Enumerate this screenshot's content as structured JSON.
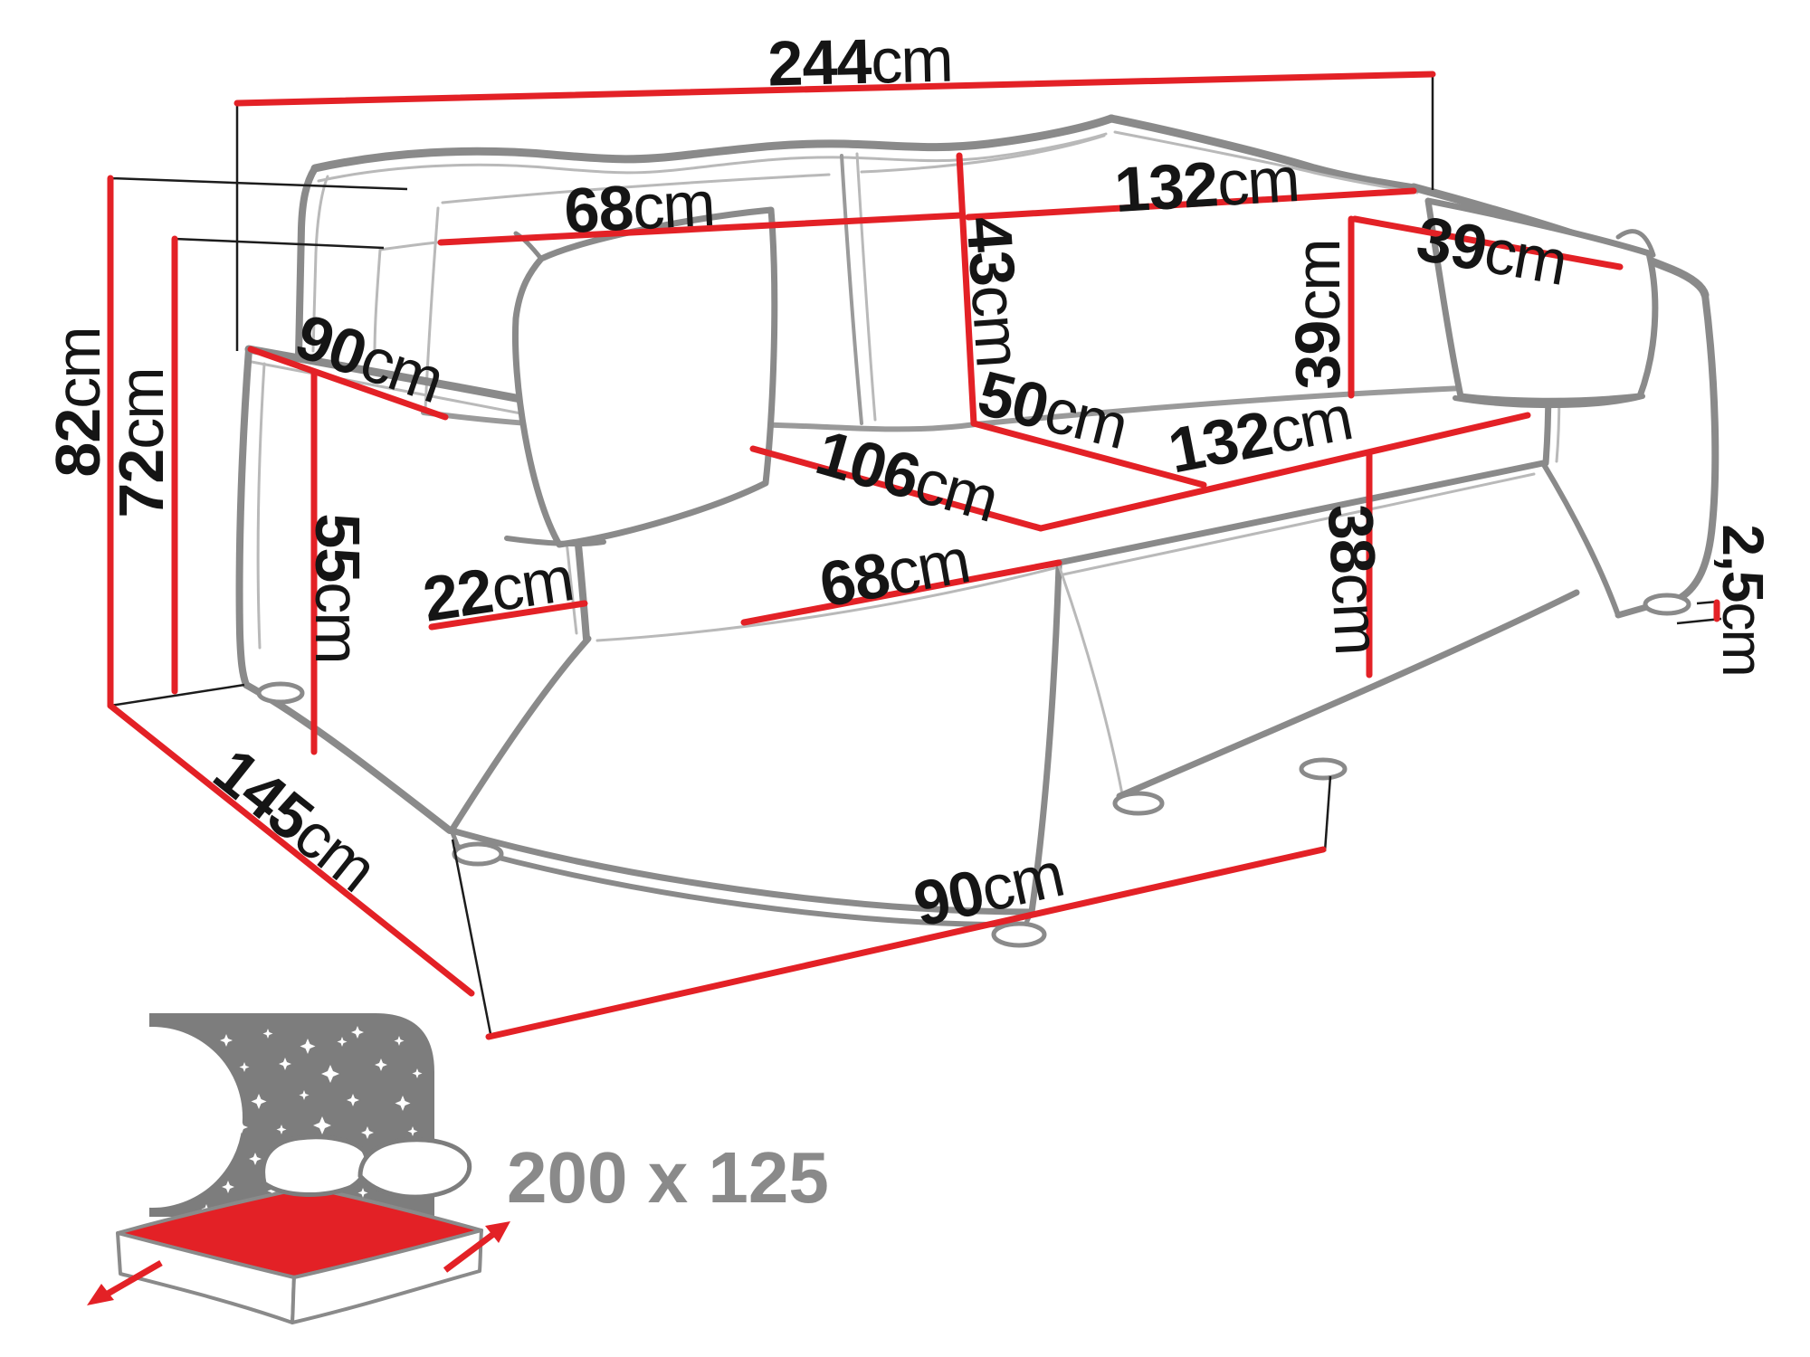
{
  "diagram": {
    "subject": "corner-sofa-bed dimensions drawing",
    "unit": "cm",
    "colors": {
      "dimension_red": "#e32126",
      "outline_gray": "#8a8a8a",
      "inner_line_gray": "#b9b9b9",
      "leader_black": "#1c1c1c",
      "icon_gray": "#7d7d7d",
      "label_black": "#151515",
      "size_text_gray": "#8a8a8a"
    }
  },
  "dims": [
    {
      "id": "total-width",
      "num": "244",
      "unit": "cm"
    },
    {
      "id": "total-height",
      "num": "82",
      "unit": "cm"
    },
    {
      "id": "back-frame-height",
      "num": "72",
      "unit": "cm"
    },
    {
      "id": "side-depth",
      "num": "90",
      "unit": "cm"
    },
    {
      "id": "armrest-height",
      "num": "55",
      "unit": "cm"
    },
    {
      "id": "armrest-width",
      "num": "22",
      "unit": "cm"
    },
    {
      "id": "chaise-floor-depth",
      "num": "145",
      "unit": "cm"
    },
    {
      "id": "backrest-left-width",
      "num": "68",
      "unit": "cm"
    },
    {
      "id": "backrest-height",
      "num": "43",
      "unit": "cm"
    },
    {
      "id": "backrest-right-width",
      "num": "132",
      "unit": "cm"
    },
    {
      "id": "pillow-width",
      "num": "39",
      "unit": "cm"
    },
    {
      "id": "pillow-height",
      "num": "39",
      "unit": "cm"
    },
    {
      "id": "seat-depth",
      "num": "50",
      "unit": "cm"
    },
    {
      "id": "chaise-seat-length",
      "num": "106",
      "unit": "cm"
    },
    {
      "id": "seat-width",
      "num": "132",
      "unit": "cm"
    },
    {
      "id": "seat-front-height",
      "num": "38",
      "unit": "cm"
    },
    {
      "id": "chaise-width",
      "num": "68",
      "unit": "cm"
    },
    {
      "id": "front-floor-width",
      "num": "90",
      "unit": "cm"
    },
    {
      "id": "leg-height",
      "num": "2,5",
      "unit": "cm"
    }
  ],
  "sleeping_area": {
    "size": "200 x 125"
  }
}
